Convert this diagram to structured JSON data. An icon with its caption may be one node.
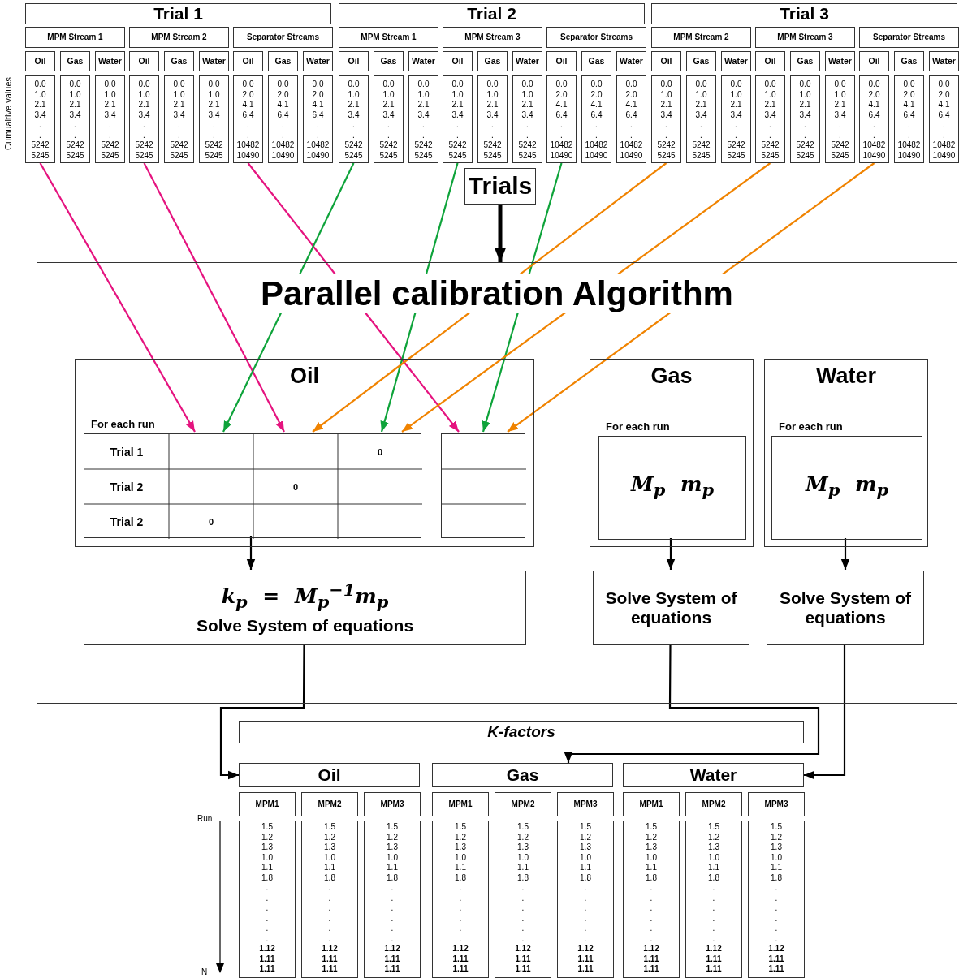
{
  "diagram": {
    "nodes": [
      {
        "text": [
          "Trial 1"
        ]
      },
      {
        "text": [
          "Trial 2"
        ]
      },
      {
        "text": [
          "Trial 3"
        ]
      },
      {
        "text": [
          "MPM Stream 1"
        ]
      },
      {
        "text": [
          "MPM Stream 2"
        ]
      },
      {
        "text": [
          "Separator Streams"
        ]
      },
      {
        "text": [
          "MPM Stream 1"
        ]
      },
      {
        "text": [
          "MPM Stream 3"
        ]
      },
      {
        "text": [
          "Separator Streams"
        ]
      },
      {
        "text": [
          "MPM Stream 2"
        ]
      },
      {
        "text": [
          "MPM Stream 3"
        ]
      },
      {
        "text": [
          "Separator Streams"
        ]
      },
      {
        "text": [
          "Oil"
        ]
      },
      {
        "text": [
          "Gas"
        ]
      },
      {
        "text": [
          "Water"
        ]
      },
      {
        "text": [
          "Oil"
        ]
      },
      {
        "text": [
          "Gas"
        ]
      },
      {
        "text": [
          "Water"
        ]
      },
      {
        "text": [
          "Oil"
        ]
      },
      {
        "text": [
          "Gas"
        ]
      },
      {
        "text": [
          "Water"
        ]
      },
      {
        "text": [
          "Oil"
        ]
      },
      {
        "text": [
          "Gas"
        ]
      },
      {
        "text": [
          "Water"
        ]
      },
      {
        "text": [
          "Oil"
        ]
      },
      {
        "text": [
          "Gas"
        ]
      },
      {
        "text": [
          "Water"
        ]
      },
      {
        "text": [
          "Oil"
        ]
      },
      {
        "text": [
          "Gas"
        ]
      },
      {
        "text": [
          "Water"
        ]
      },
      {
        "text": [
          "Oil"
        ]
      },
      {
        "text": [
          "Gas"
        ]
      },
      {
        "text": [
          "Water"
        ]
      },
      {
        "text": [
          "Oil"
        ]
      },
      {
        "text": [
          "Gas"
        ]
      },
      {
        "text": [
          "Water"
        ]
      },
      {
        "text": [
          "Oil"
        ]
      },
      {
        "text": [
          "Gas"
        ]
      },
      {
        "text": [
          "Water"
        ]
      },
      {
        "text": [
          "0.0 1.0 2.1 3.4 . . 5242 5245"
        ]
      },
      {
        "text": [
          "0.0 1.0 2.1 3.4 . . 5242 5245"
        ]
      },
      {
        "text": [
          "0.0 1.0 2.1 3.4 . . 5242 5245"
        ]
      },
      {
        "text": [
          "0.0 1.0 2.1 3.4 . . 5242 5245"
        ]
      },
      {
        "text": [
          "0.0 1.0 2.1 3.4 . . 5242 5245"
        ]
      },
      {
        "text": [
          "0.0 1.0 2.1 3.4 . . 5242 5245"
        ]
      },
      {
        "text": [
          "0.0 2.0 4.1 6.4 . . 10482 10490"
        ]
      },
      {
        "text": [
          "0.0 2.0 4.1 6.4 . . 10482 10490"
        ]
      },
      {
        "text": [
          "0.0 2.0 4.1 6.4 . . 10482 10490"
        ]
      },
      {
        "text": [
          "0.0 1.0 2.1 3.4 . . 5242 5245"
        ]
      },
      {
        "text": [
          "0.0 1.0 2.1 3.4 . . 5242 5245"
        ]
      },
      {
        "text": [
          "0.0 1.0 2.1 3.4 . . 5242 5245"
        ]
      },
      {
        "text": [
          "0.0 1.0 2.1 3.4 . . 5242 5245"
        ]
      },
      {
        "text": [
          "0.0 1.0 2.1 3.4 . . 5242 5245"
        ]
      },
      {
        "text": [
          "0.0 1.0 2.1 3.4 . . 5242 5245"
        ]
      },
      {
        "text": [
          "0.0 2.0 4.1 6.4 . . 10482 10490"
        ]
      },
      {
        "text": [
          "0.0 2.0 4.1 6.4 . . 10482 10490"
        ]
      },
      {
        "text": [
          "0.0 2.0 4.1 6.4 . . 10482 10490"
        ]
      },
      {
        "text": [
          "0.0 1.0 2.1 3.4 . . 5242 5245"
        ]
      },
      {
        "text": [
          "0.0 1.0 2.1 3.4 . . 5242 5245"
        ]
      },
      {
        "text": [
          "0.0 1.0 2.1 3.4 . . 5242 5245"
        ]
      },
      {
        "text": [
          "0.0 1.0 2.1 3.4 . . 5242 5245"
        ]
      },
      {
        "text": [
          "0.0 1.0 2.1 3.4 . . 5242 5245"
        ]
      },
      {
        "text": [
          "0.0 1.0 2.1 3.4 . . 5242 5245"
        ]
      },
      {
        "text": [
          "0.0 2.0 4.1 6.4 . . 10482 10490"
        ]
      },
      {
        "text": [
          "0.0 2.0 4.1 6.4 . . 10482 10490"
        ]
      },
      {
        "text": [
          "0.0 2.0 4.1 6.4 . . 10482 10490"
        ]
      },
      {
        "text": [
          "Trials"
        ]
      },
      {
        "text": [
          "Parallel calibration Algorithm"
        ]
      },
      {
        "text": [
          "Oil"
        ],
        "in": 67
      },
      {
        "text": [
          "Gas"
        ],
        "in": 67
      },
      {
        "text": [
          "Water"
        ],
        "in": 67
      },
      {
        "text": [
          "Trial 1",
          "0",
          "Trial 2",
          "0",
          "Trial 2",
          "0"
        ],
        "in": 68,
        "beside": [
          "For each run"
        ]
      },
      {
        "text": [],
        "shape": "box",
        "in": 68
      },
      {
        "text": [
          "M$_{p}$ m$_{p}$"
        ],
        "in": 69,
        "beside": [
          "For each run"
        ]
      },
      {
        "text": [
          "M$_{p}$ m$_{p}$"
        ],
        "in": 70,
        "beside": [
          "For each run"
        ]
      },
      {
        "text": [
          "k$_{p}$ = M$_{p}$$^{−1}$m$_{p}$",
          "Solve System of equations"
        ],
        "in": 67
      },
      {
        "text": [
          "Solve System of equations"
        ],
        "in": 67
      },
      {
        "text": [
          "Solve System of equations"
        ],
        "in": 67
      },
      {
        "text": [
          "K-factors"
        ]
      },
      {
        "text": [
          "Oil"
        ]
      },
      {
        "text": [
          "Gas"
        ]
      },
      {
        "text": [
          "Water"
        ]
      },
      {
        "text": [
          "MPM1"
        ]
      },
      {
        "text": [
          "MPM2"
        ]
      },
      {
        "text": [
          "MPM3"
        ]
      },
      {
        "text": [
          "MPM1"
        ]
      },
      {
        "text": [
          "MPM2"
        ]
      },
      {
        "text": [
          "MPM3"
        ]
      },
      {
        "text": [
          "MPM1"
        ]
      },
      {
        "text": [
          "MPM2"
        ]
      },
      {
        "text": [
          "MPM3"
        ]
      },
      {
        "text": [
          "1.5 1.2 1.3 1.0 1.1 1.8 . . . . . . **1.12 1.11 1.11**"
        ]
      },
      {
        "text": [
          "1.5 1.2 1.3 1.0 1.1 1.8 . . . . . . **1.12 1.11 1.11**"
        ]
      },
      {
        "text": [
          "1.5 1.2 1.3 1.0 1.1 1.8 . . . . . . **1.12 1.11 1.11**"
        ]
      },
      {
        "text": [
          "1.5 1.2 1.3 1.0 1.1 1.8 . . . . . . **1.12 1.11 1.11**"
        ]
      },
      {
        "text": [
          "1.5 1.2 1.3 1.0 1.1 1.8 . . . . . . **1.12 1.11 1.11**"
        ]
      },
      {
        "text": [
          "1.5 1.2 1.3 1.0 1.1 1.8 . . . . . . **1.12 1.11 1.11**"
        ]
      },
      {
        "text": [
          "1.5 1.2 1.3 1.0 1.1 1.8 . . . . . . **1.12 1.11 1.11**"
        ]
      },
      {
        "text": [
          "1.5 1.2 1.3 1.0 1.1 1.8 . . . . . . **1.12 1.11 1.11**"
        ]
      },
      {
        "text": [
          "1.5 1.2 1.3 1.0 1.1 1.8 . . . . . . **1.12 1.11 1.11**"
        ]
      }
    ],
    "edges": [
      {
        "from": 39,
        "to": 71,
        "arrow": "to",
        "color": "#e5137f"
      },
      {
        "from": 42,
        "to": 71,
        "arrow": "to",
        "color": "#e5137f"
      },
      {
        "from": 45,
        "to": 72,
        "arrow": "to",
        "color": "#e5137f"
      },
      {
        "from": 48,
        "to": 71,
        "arrow": "to",
        "color": "#0ea33a"
      },
      {
        "from": 51,
        "to": 71,
        "arrow": "to",
        "color": "#0ea33a"
      },
      {
        "from": 54,
        "to": 72,
        "arrow": "to",
        "color": "#0ea33a"
      },
      {
        "from": 57,
        "to": 71,
        "arrow": "to",
        "color": "#f08300"
      },
      {
        "from": 60,
        "to": 71,
        "arrow": "to",
        "color": "#f08300"
      },
      {
        "from": 63,
        "to": 72,
        "arrow": "to",
        "color": "#f08300"
      },
      {
        "from": 66,
        "to": 67,
        "arrow": "to",
        "style": "thick"
      },
      {
        "from": 71,
        "to": 75,
        "arrow": "to"
      },
      {
        "from": 73,
        "to": 76,
        "arrow": "to"
      },
      {
        "from": 74,
        "to": 77,
        "arrow": "to"
      },
      {
        "from": 75,
        "to": 79,
        "arrow": "to"
      },
      {
        "from": 76,
        "to": 80,
        "arrow": "to"
      },
      {
        "from": 77,
        "to": 81,
        "arrow": "to"
      }
    ],
    "labels": [
      "Cumualtive values",
      "Run",
      "N"
    ]
  }
}
